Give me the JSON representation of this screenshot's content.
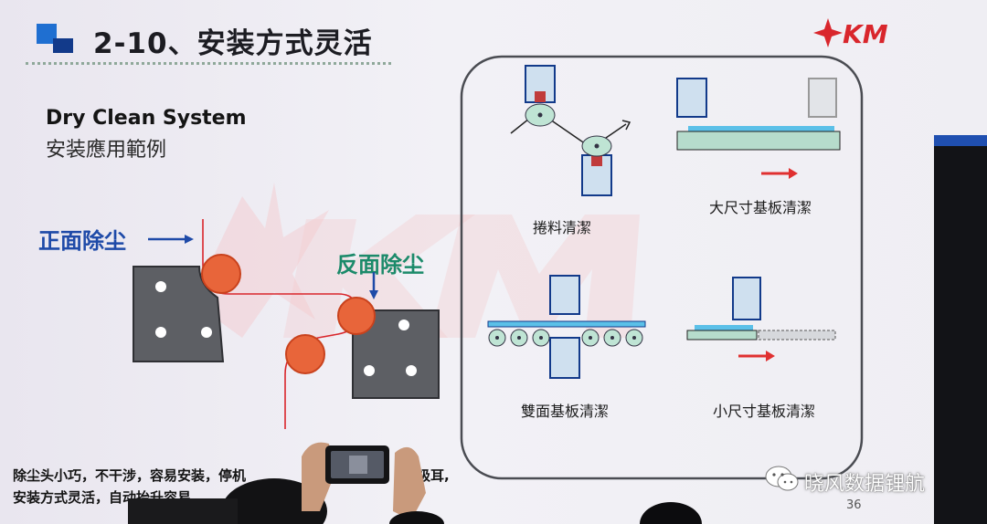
{
  "slide": {
    "title": "2-10、安装方式灵活",
    "logo_text": "KM",
    "subtitle_en": "Dry Clean System",
    "subtitle_zh": "安装應用範例",
    "label_front": "正面除尘",
    "label_back": "反面除尘",
    "captions": {
      "roll": "捲料清潔",
      "large": "大尺寸基板清潔",
      "double": "雙面基板清潔",
      "small": "小尺寸基板清潔"
    },
    "bottom_text_line1": "除尘头小巧，不干涉，容易安装，停机",
    "bottom_text_line1_end": "极耳,",
    "bottom_text_line2": "安装方式灵活，自动抬升容易",
    "page_number": "36"
  },
  "overlay": {
    "watermark": "晓风数据锂航"
  },
  "colors": {
    "accent_blue": "#1e4aa8",
    "accent_green": "#1b8a6a",
    "roller_orange": "#e8653a",
    "logo_red": "#d9262c"
  }
}
